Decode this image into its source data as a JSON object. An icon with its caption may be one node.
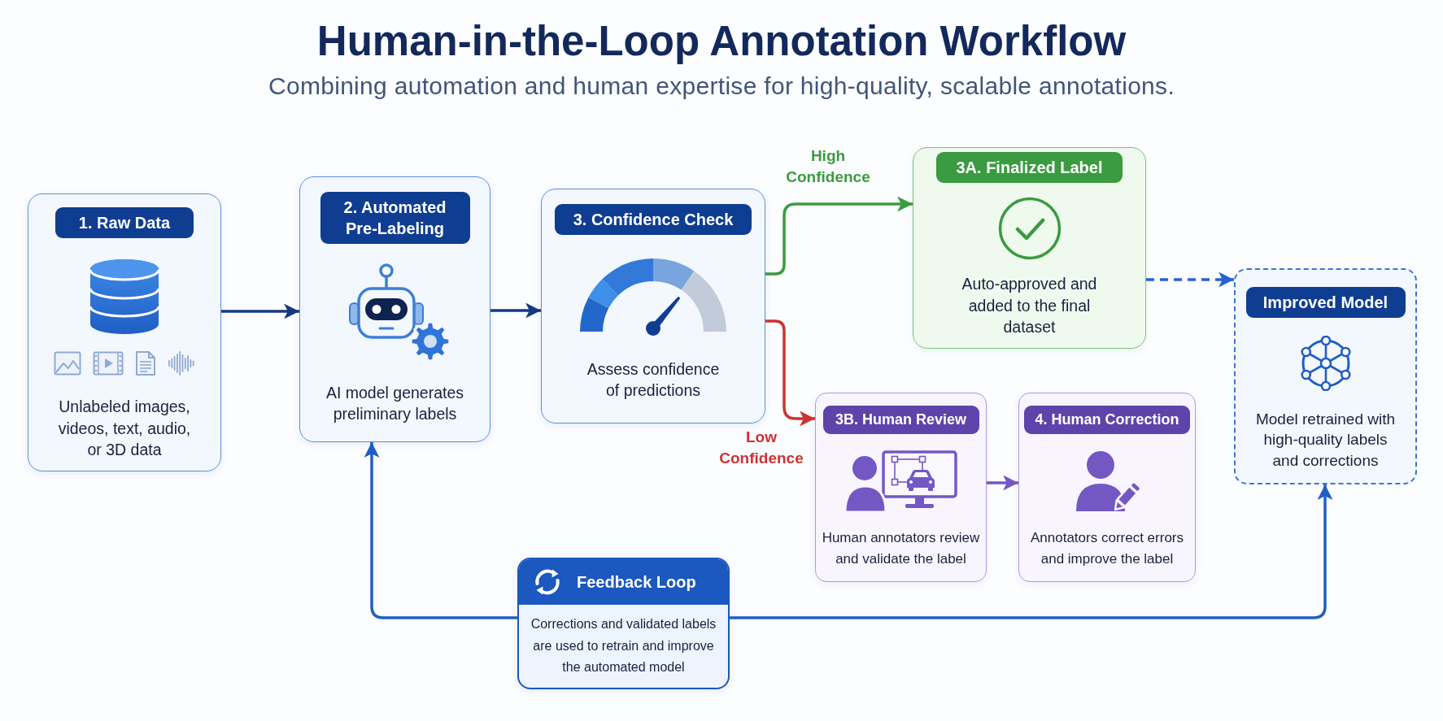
{
  "diagram": {
    "title": "Human-in-the-Loop Annotation Workflow",
    "nodes": [
      {
        "text": [
          "1. Raw Data",
          "Unlabeled images, videos, text, audio, or 3D data"
        ]
      },
      {
        "text": [
          "2. Automated Pre-Labeling",
          "AI model generates preliminary labels"
        ]
      },
      {
        "text": [
          "3. Confidence Check",
          "Assess confidence of predictions"
        ]
      },
      {
        "text": [
          "3A. Finalized Label",
          "Auto-approved and added to the final dataset"
        ]
      },
      {
        "text": [
          "Improved Model",
          "Model retrained with high-quality labels and corrections"
        ]
      },
      {
        "text": [
          "3B. Human Review",
          "Human annotators review and validate the label"
        ]
      },
      {
        "text": [
          "4. Human Correction",
          "Annotators correct errors and improve the label"
        ]
      },
      {
        "text": [
          "Feedback Loop",
          "Corrections and validated labels are used to retrain and improve the automated model"
        ]
      }
    ],
    "edges": [
      {
        "from": 0,
        "to": 1,
        "arrow": "to"
      },
      {
        "from": 1,
        "to": 2,
        "arrow": "to"
      },
      {
        "from": 2,
        "to": 3,
        "arrow": "to",
        "label": "High Confidence",
        "color": "#3a9b3f"
      },
      {
        "from": 2,
        "to": 5,
        "arrow": "to",
        "label": "Low Confidence",
        "color": "#cc3333"
      },
      {
        "from": 3,
        "to": 4,
        "arrow": "to",
        "style": "dashed",
        "color": "#2563cc"
      },
      {
        "from": 5,
        "to": 6,
        "arrow": "to",
        "color": "#7358c4"
      },
      {
        "from": 7,
        "to": 1,
        "arrow": "to",
        "color": "#1f5fc4"
      },
      {
        "from": 7,
        "to": 4,
        "arrow": "to",
        "color": "#1f5fc4"
      }
    ],
    "labels": [
      "Combining automation and human expertise for high-quality, scalable annotations."
    ]
  }
}
